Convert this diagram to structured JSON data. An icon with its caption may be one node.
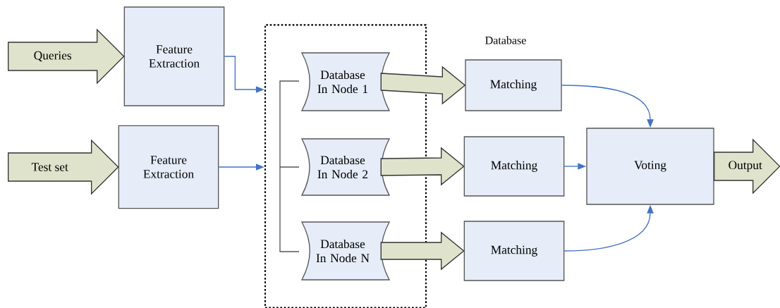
{
  "diagram": {
    "nodes": [
      {
        "text": [],
        "shape": "box"
      },
      {
        "text": [
          "Feature Extraction"
        ]
      },
      {
        "text": [
          "Feature Extraction"
        ]
      },
      {
        "text": [
          "Database In Node 1"
        ],
        "in": 0
      },
      {
        "text": [
          "Database In Node 2"
        ],
        "in": 0
      },
      {
        "text": [
          "Database In Node N"
        ],
        "in": 0
      },
      {
        "text": [
          "Matching"
        ],
        "beside": [
          "Database"
        ]
      },
      {
        "text": [
          "Matching"
        ]
      },
      {
        "text": [
          "Matching"
        ]
      },
      {
        "text": [
          "Voting"
        ]
      }
    ],
    "edges": [
      {
        "from": null,
        "to": 1,
        "arrow": "to",
        "label": "Queries",
        "style": "thick"
      },
      {
        "from": null,
        "to": 2,
        "arrow": "to",
        "label": "Test set",
        "style": "thick"
      },
      {
        "from": 1,
        "to": 0,
        "arrow": "to",
        "color": "#4472c4"
      },
      {
        "from": 2,
        "to": 0,
        "arrow": "to",
        "color": "#4472c4"
      },
      {
        "from": 3,
        "to": 6,
        "arrow": "to",
        "style": "thick"
      },
      {
        "from": 4,
        "to": 7,
        "arrow": "to",
        "style": "thick"
      },
      {
        "from": 5,
        "to": 8,
        "arrow": "to",
        "style": "thick"
      },
      {
        "from": 6,
        "to": 9,
        "arrow": "to",
        "color": "#4472c4"
      },
      {
        "from": 7,
        "to": 9,
        "arrow": "to",
        "color": "#4472c4"
      },
      {
        "from": 8,
        "to": 9,
        "arrow": "to",
        "color": "#4472c4"
      },
      {
        "from": 9,
        "to": null,
        "arrow": "to",
        "label": "Output",
        "style": "thick"
      }
    ]
  }
}
